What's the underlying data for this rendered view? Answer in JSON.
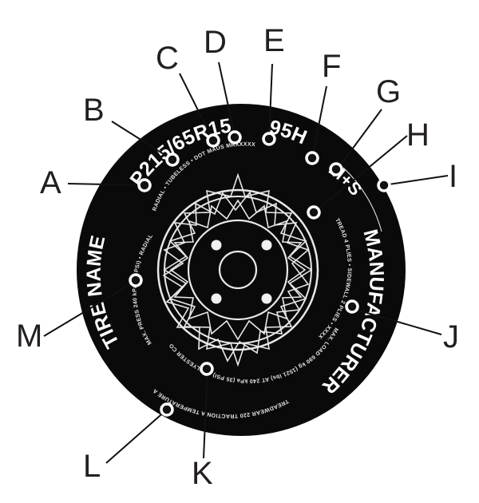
{
  "tire": {
    "size_code": "P215/65R15",
    "service_description": "95H",
    "mud_snow": "M+S",
    "tire_name": "TIRE NAME",
    "manufacturer": "MANUFACTURER",
    "upper_small_text": "RADIAL • TUBELESS • DOT MAUS MRXXXXX",
    "right_small_text": "TREAD 4 PLIES • SIDEWALL 2 PLIES • XXXXXX CORD",
    "lower_small_text": "MAX. LOAD 690 kg (1521 lbs) AT 240 kPa (35 PSI) • POLYESTER CORD",
    "left_small_text": "MAX. PRESS 240 kPa (35 PSI) • RADIAL",
    "bottom_small_text": "TREADWEAR 220 TRACTION A TEMPERATURE A"
  },
  "callouts": [
    {
      "letter": "A"
    },
    {
      "letter": "B"
    },
    {
      "letter": "C"
    },
    {
      "letter": "D"
    },
    {
      "letter": "E"
    },
    {
      "letter": "F"
    },
    {
      "letter": "G"
    },
    {
      "letter": "H"
    },
    {
      "letter": "I"
    },
    {
      "letter": "J"
    },
    {
      "letter": "K"
    },
    {
      "letter": "L"
    },
    {
      "letter": "M"
    }
  ],
  "colors": {
    "tire": "#0a0a0a",
    "text": "#ffffff",
    "label": "#231f20",
    "background": "#ffffff"
  }
}
